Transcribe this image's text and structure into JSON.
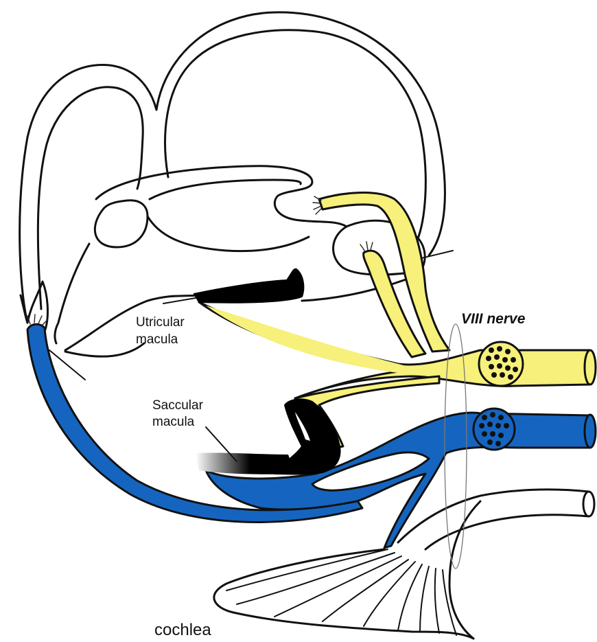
{
  "labels": {
    "utricular_line1": "Utricular",
    "utricular_line2": "macula",
    "saccular_line1": "Saccular",
    "saccular_line2": "macula",
    "nerve": "VIII nerve",
    "cochlea": "cochlea"
  },
  "colors": {
    "utricular_nerve": "#f7f07a",
    "saccular_nerve": "#1565c0",
    "macula": "#000000",
    "outline": "#111111"
  }
}
